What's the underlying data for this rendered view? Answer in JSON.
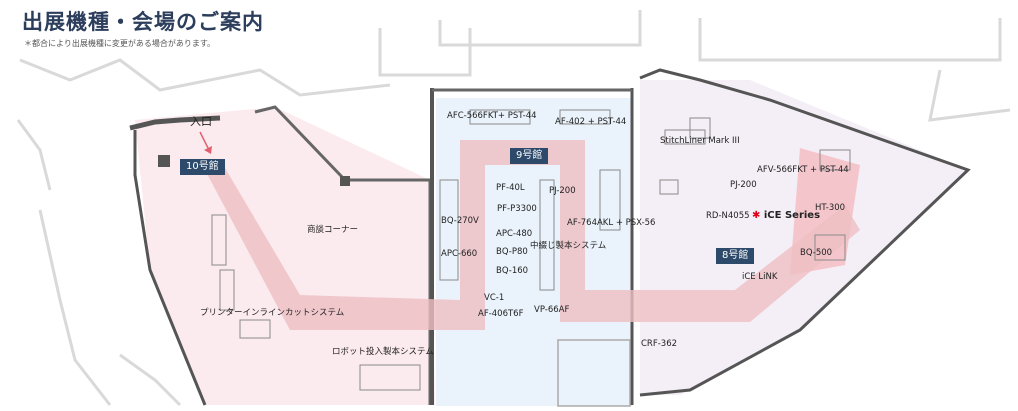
{
  "header": {
    "title": "出展機種・会場のご案内",
    "note": "＊都合により出展機種に変更がある場合があります。"
  },
  "entrance": "入口",
  "halls": {
    "hall10": "10号館",
    "hall9": "9号館",
    "hall8": "8号館"
  },
  "areas": {
    "shodan": "商談コーナー",
    "printer": "プリンターインラインカットシステム",
    "robot": "ロボット投入製本システム"
  },
  "hall9_machines": {
    "afc566": "AFC-566FKT+ PST-44",
    "af402": "AF-402 + PST-44",
    "pf40l": "PF-40L",
    "pj200": "PJ-200",
    "pfp3300": "PF-P3300",
    "bq270v": "BQ-270V",
    "apc480": "APC-480",
    "af764": "AF-764AKL + PSX-56",
    "chutoji": "中綴じ製本システム",
    "bqp80": "BQ-P80",
    "apc660": "APC-660",
    "bq160": "BQ-160",
    "vc1": "VC-1",
    "af406": "AF-406T6F",
    "vp66af": "VP-66AF"
  },
  "hall8_machines": {
    "stitchliner": "StitchLiner Mark III",
    "afv566": "AFV-566FKT + PST-44",
    "pj200": "PJ-200",
    "ht300": "HT-300",
    "rdn4055": "RD-N4055",
    "bq500": "BQ-500",
    "icelink": "iCE LiNK",
    "crf362": "CRF-362"
  },
  "ice_series": {
    "mark": "✱",
    "text": "iCE Series"
  },
  "colors": {
    "title": "#2c3e5c",
    "hall_badge": "#2d4a6b",
    "hall10_fill": "#fbeaee",
    "hall9_fill": "#eaf3fb",
    "hall8_fill": "#f4eef6",
    "route": "#eebfc3",
    "wall": "#555555",
    "accent_red": "#e2001a"
  }
}
